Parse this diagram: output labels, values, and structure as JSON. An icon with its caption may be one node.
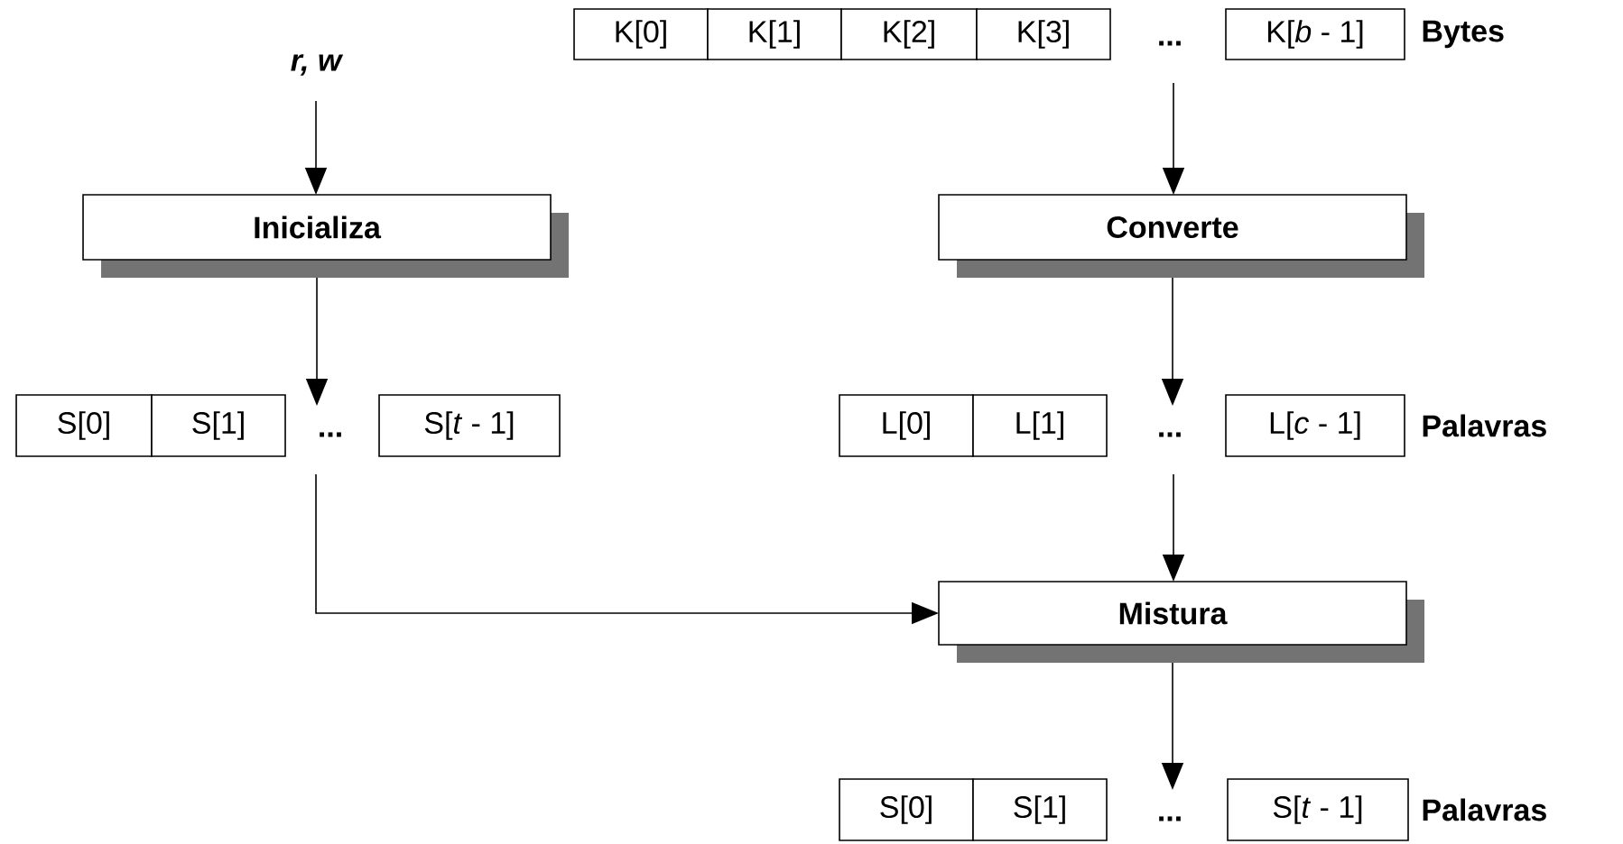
{
  "diagram": {
    "nodes": [
      {
        "text": [
          "r, w"
        ]
      },
      {
        "text": [
          "K[0]"
        ]
      },
      {
        "text": [
          "K[1]"
        ]
      },
      {
        "text": [
          "K[2]"
        ]
      },
      {
        "text": [
          "K[3]"
        ]
      },
      {
        "text": [
          "..."
        ]
      },
      {
        "text": [
          "K[*b* - 1]"
        ]
      },
      {
        "text": [
          "Inicializa"
        ]
      },
      {
        "text": [
          "Converte"
        ]
      },
      {
        "text": [
          "S[0]"
        ]
      },
      {
        "text": [
          "S[1]"
        ]
      },
      {
        "text": [
          "..."
        ]
      },
      {
        "text": [
          "S[*t* - 1]"
        ]
      },
      {
        "text": [
          "L[0]"
        ]
      },
      {
        "text": [
          "L[1]"
        ]
      },
      {
        "text": [
          "..."
        ]
      },
      {
        "text": [
          "L[*c* - 1]"
        ]
      },
      {
        "text": [
          "Mistura"
        ]
      },
      {
        "text": [
          "S[0]"
        ]
      },
      {
        "text": [
          "S[1]"
        ]
      },
      {
        "text": [
          "..."
        ]
      },
      {
        "text": [
          "S[*t* - 1]"
        ]
      }
    ],
    "edges": [
      {
        "from": 0,
        "to": 7,
        "arrow": "to"
      },
      {
        "from": 5,
        "to": 8,
        "arrow": "to"
      },
      {
        "from": 7,
        "to": 11,
        "arrow": "to"
      },
      {
        "from": 8,
        "to": 15,
        "arrow": "to"
      },
      {
        "from": 11,
        "to": 17,
        "arrow": "to"
      },
      {
        "from": 15,
        "to": 17,
        "arrow": "to"
      },
      {
        "from": 17,
        "to": 20,
        "arrow": "to"
      }
    ],
    "labels": [
      "Bytes",
      "Palavras",
      "Palavras"
    ]
  }
}
